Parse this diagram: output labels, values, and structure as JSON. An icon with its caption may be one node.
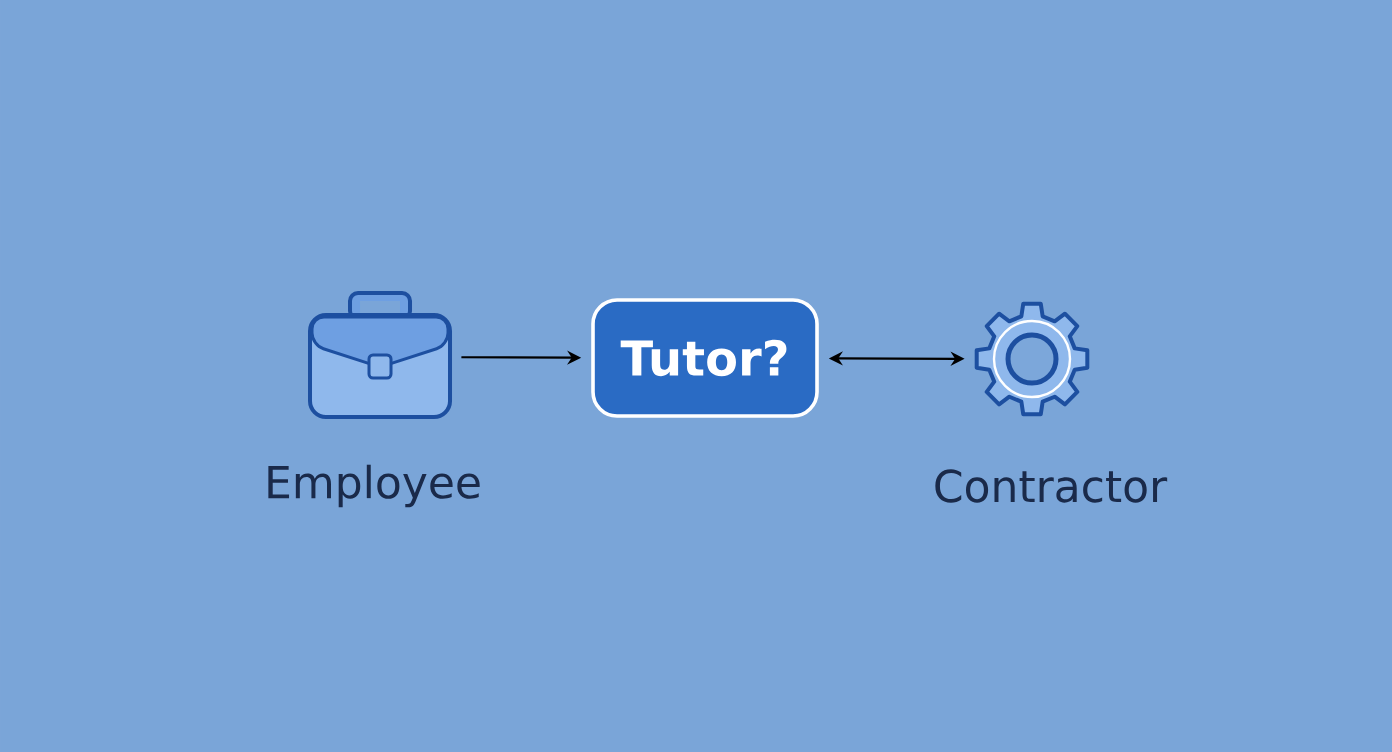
{
  "diagram": {
    "nodes": [
      {
        "text": [],
        "shape": "picture",
        "beside": [
          "Employee"
        ]
      },
      {
        "text": [
          "Tutor?"
        ]
      },
      {
        "text": [],
        "shape": "picture",
        "beside": [
          "Contractor"
        ]
      }
    ],
    "edges": [
      {
        "from": 0,
        "to": 1,
        "arrow": "to"
      },
      {
        "from": 1,
        "to": 2,
        "arrow": "both"
      }
    ]
  }
}
